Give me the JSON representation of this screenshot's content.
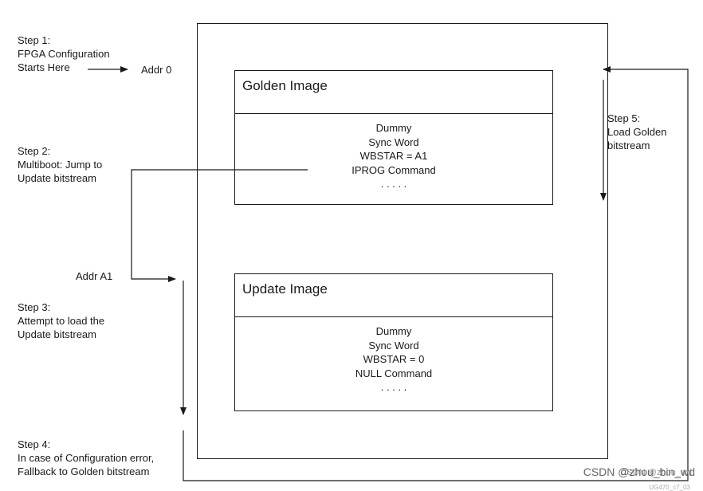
{
  "steps": [
    {
      "title": "Step 1:",
      "lines": [
        "FPGA Configuration",
        "Starts Here"
      ]
    },
    {
      "title": "Step 2:",
      "lines": [
        "Multiboot: Jump to",
        "Update bitstream"
      ]
    },
    {
      "title": "Step 3:",
      "lines": [
        "Attempt to load the",
        "Update bitstream"
      ]
    },
    {
      "title": "Step 4:",
      "lines": [
        "In case of Configuration error,",
        "Fallback to Golden bitstream"
      ]
    },
    {
      "title": "Step 5:",
      "lines": [
        "Load Golden",
        "bitstream"
      ]
    }
  ],
  "addresses": {
    "addr0": "Addr 0",
    "addrA1": "Addr A1"
  },
  "golden_image": {
    "title": "Golden Image",
    "lines": [
      "Dummy",
      "Sync Word",
      "WBSTAR = A1",
      "IPROG Command",
      ". . . . ."
    ]
  },
  "update_image": {
    "title": "Update Image",
    "lines": [
      "Dummy",
      "Sync Word",
      "WBSTAR = 0",
      "NULL Command",
      ". . . . ."
    ]
  },
  "watermark": "CSDN @zhou_bin_wd",
  "watermark_ghost": "CSDN @zhou_wd",
  "figure_id": "UG470_c7_03"
}
